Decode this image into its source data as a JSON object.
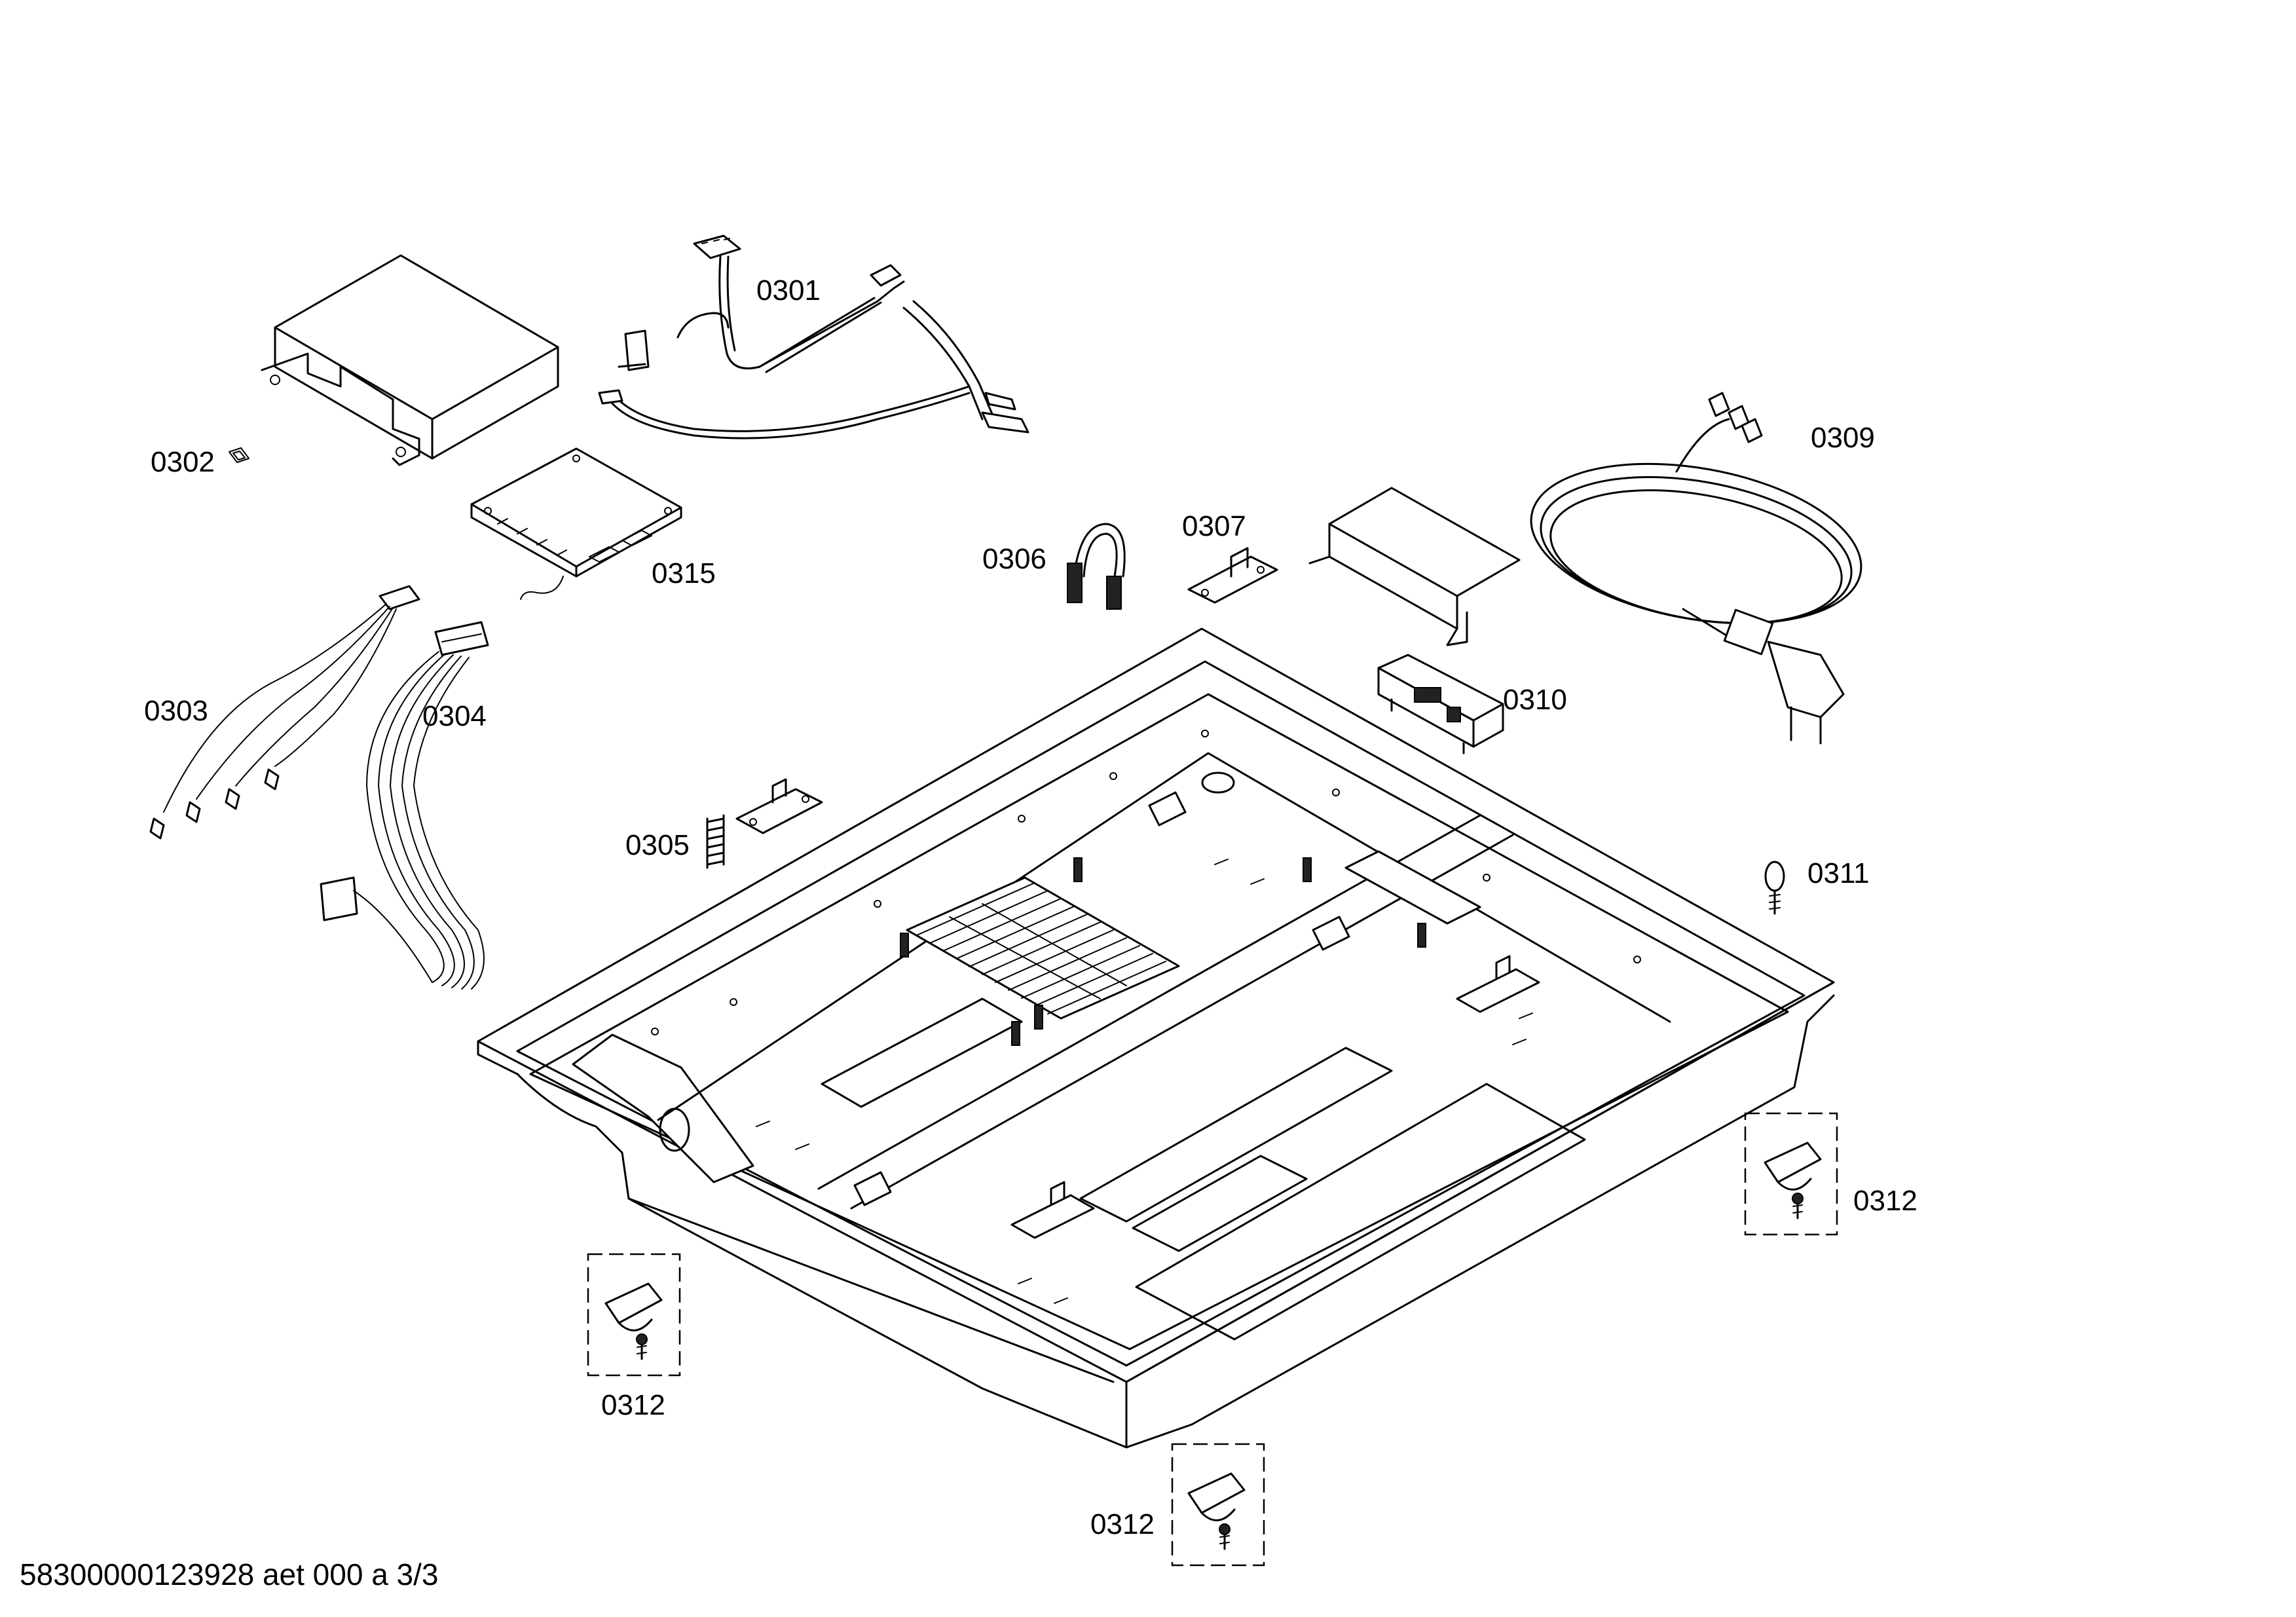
{
  "diagram": {
    "document_id": "58300000123928 aet 000 a 3/3",
    "callouts": [
      {
        "id": "c0301",
        "text": "0301"
      },
      {
        "id": "c0302",
        "text": "0302"
      },
      {
        "id": "c0303",
        "text": "0303"
      },
      {
        "id": "c0304",
        "text": "0304"
      },
      {
        "id": "c0305",
        "text": "0305"
      },
      {
        "id": "c0306",
        "text": "0306"
      },
      {
        "id": "c0307",
        "text": "0307"
      },
      {
        "id": "c0309",
        "text": "0309"
      },
      {
        "id": "c0310",
        "text": "0310"
      },
      {
        "id": "c0311",
        "text": "0311"
      },
      {
        "id": "c0312a",
        "text": "0312"
      },
      {
        "id": "c0312b",
        "text": "0312"
      },
      {
        "id": "c0312c",
        "text": "0312"
      },
      {
        "id": "c0315",
        "text": "0315"
      }
    ]
  }
}
